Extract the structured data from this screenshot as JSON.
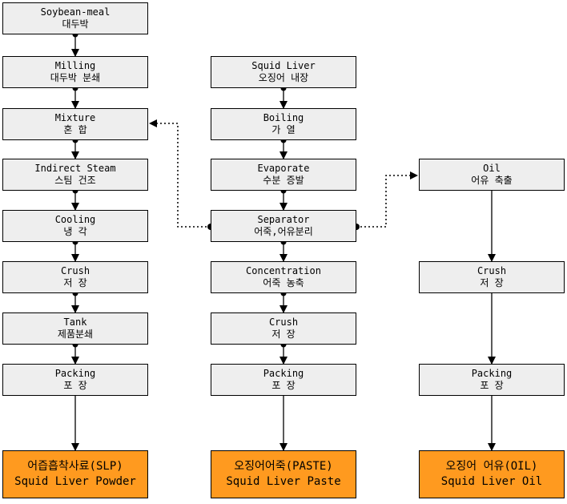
{
  "left_column": [
    {
      "en": "Soybean-meal",
      "ko": "대두박"
    },
    {
      "en": "Milling",
      "ko": "대두박 분쇄"
    },
    {
      "en": "Mixture",
      "ko": "혼 합"
    },
    {
      "en": "Indirect Steam",
      "ko": "스팀 건조"
    },
    {
      "en": "Cooling",
      "ko": "냉 각"
    },
    {
      "en": "Crush",
      "ko": "저 장"
    },
    {
      "en": "Tank",
      "ko": "제품분쇄"
    },
    {
      "en": "Packing",
      "ko": "포 장"
    }
  ],
  "middle_column": [
    {
      "en": "Squid Liver",
      "ko": "오징어 내장"
    },
    {
      "en": "Boiling",
      "ko": "가 열"
    },
    {
      "en": "Evaporate",
      "ko": "수분 증발"
    },
    {
      "en": "Separator",
      "ko": "어죽,어유분리"
    },
    {
      "en": "Concentration",
      "ko": "어죽 농축"
    },
    {
      "en": "Crush",
      "ko": "저 장"
    },
    {
      "en": "Packing",
      "ko": "포 장"
    }
  ],
  "right_column": [
    {
      "en": "Oil",
      "ko": "어유 축출"
    },
    {
      "en": "Crush",
      "ko": "저 장"
    },
    {
      "en": "Packing",
      "ko": "포 장"
    }
  ],
  "outputs": [
    {
      "ko": "어즙흡착사료(SLP)",
      "en": "Squid Liver Powder"
    },
    {
      "ko": "오징어어죽(PASTE)",
      "en": "Squid Liver Paste"
    },
    {
      "ko": "오징어 어유(OIL)",
      "en": "Squid Liver Oil"
    }
  ],
  "colors": {
    "box_fill": "#eeeeee",
    "output_fill": "#ff9a1f",
    "line": "#000000"
  }
}
